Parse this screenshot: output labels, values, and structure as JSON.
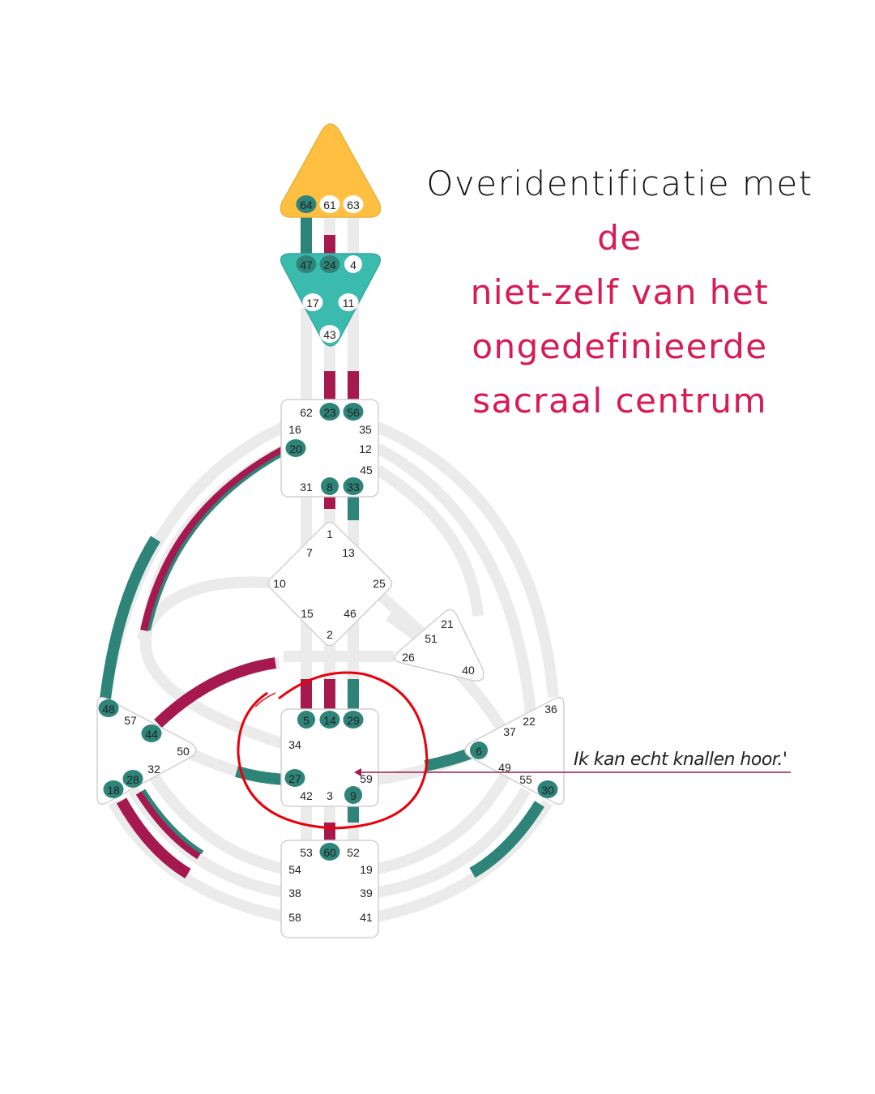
{
  "title": {
    "line1_black": "Overidentificatie met",
    "line1_pink": "de",
    "line2": "niet-zelf van het",
    "line3": "ongedefinieerde",
    "line4": "sacraal centrum"
  },
  "annotation": "Ik kan echt knallen hoor.'",
  "colors": {
    "teal_dark": "#2e8479",
    "magenta": "#a5194f",
    "ajna": "#3bbbae",
    "head": "#ffc042",
    "channel_grey": "#ebebeb",
    "pink_text": "#d81b55",
    "circle": "#e8000a"
  },
  "centers": {
    "head": {
      "defined": true,
      "gates": [
        64,
        61,
        63
      ]
    },
    "ajna": {
      "defined": true,
      "gates": [
        47,
        24,
        4,
        17,
        11,
        43
      ]
    },
    "throat": {
      "defined": false,
      "gates": [
        62,
        23,
        56,
        16,
        35,
        20,
        12,
        45,
        31,
        8,
        33
      ]
    },
    "g": {
      "defined": false,
      "gates": [
        1,
        7,
        13,
        10,
        25,
        15,
        46,
        2
      ]
    },
    "heart": {
      "defined": false,
      "gates": [
        21,
        51,
        26,
        40
      ]
    },
    "sacral": {
      "defined": false,
      "gates": [
        5,
        14,
        29,
        34,
        27,
        59,
        42,
        3,
        9
      ]
    },
    "root": {
      "defined": false,
      "gates": [
        53,
        60,
        52,
        54,
        19,
        38,
        39,
        58,
        41
      ]
    },
    "spleen": {
      "defined": false,
      "gates": [
        48,
        57,
        44,
        50,
        32,
        28,
        18
      ]
    },
    "solar_plexus": {
      "defined": false,
      "gates": [
        36,
        22,
        37,
        6,
        49,
        55,
        30
      ]
    }
  },
  "active_gates": [
    64,
    47,
    24,
    23,
    56,
    20,
    8,
    33,
    5,
    14,
    29,
    27,
    9,
    60,
    48,
    44,
    28,
    18,
    6,
    30
  ]
}
